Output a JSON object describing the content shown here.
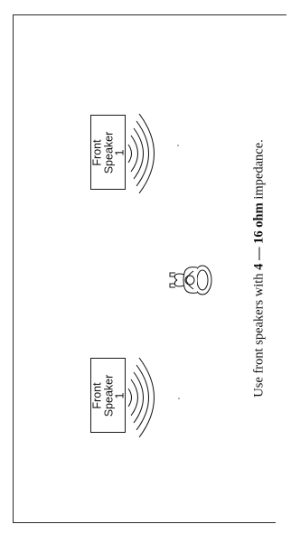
{
  "speakers": [
    {
      "label": "Front\nSpeaker\n1"
    },
    {
      "label": "Front\nSpeaker\n1"
    }
  ],
  "caption": {
    "prefix": "Use front speakers with ",
    "impedance": "4 — 16 ohm",
    "suffix": " impedance."
  },
  "icons": {
    "listener": "listener-icon",
    "sound_waves": "sound-waves-icon"
  }
}
